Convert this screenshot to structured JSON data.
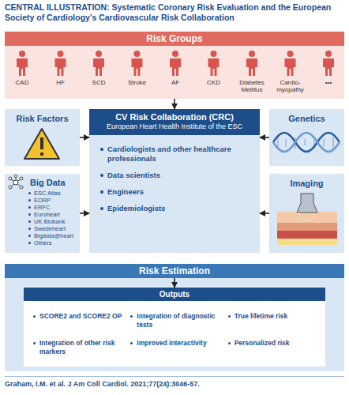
{
  "diagram": {
    "title": "CENTRAL ILLUSTRATION: Systematic Coronary Risk Evaluation and the European Society of Cardiology's Cardiovascular Risk Collaboration",
    "nodes": [
      {
        "text": [
          "Risk Groups"
        ]
      },
      {
        "text": [
          "Risk Factors"
        ]
      },
      {
        "text": [
          "Big Data",
          "ESC Atlas",
          "EORP",
          "ERFC",
          "Euroheart",
          "UK Biobank",
          "Swedeheart",
          "Bigdata@heart",
          "Others"
        ]
      },
      {
        "text": [
          "CV Risk Collaboration (CRC)",
          "European Heart Health Institute of the ESC",
          "Cardiologists and other healthcare professionals",
          "Data scientists",
          "Engineers",
          "Epidemiologists"
        ]
      },
      {
        "text": [
          "Genetics"
        ]
      },
      {
        "text": [
          "Imaging"
        ]
      },
      {
        "text": [
          "Risk Estimation"
        ]
      },
      {
        "text": [
          "Outputs",
          "SCORE2 and SCORE2 OP",
          "Integration of diagnostic tests",
          "True lifetime risk",
          "Integration of other risk markers",
          "Improved interactivity",
          "Personalized risk"
        ]
      }
    ],
    "edges": [
      {
        "from": 0,
        "to": 3,
        "arrow": "to"
      },
      {
        "from": 1,
        "to": 3,
        "arrow": "to"
      },
      {
        "from": 2,
        "to": 3,
        "arrow": "to"
      },
      {
        "from": 4,
        "to": 3,
        "arrow": "to"
      },
      {
        "from": 5,
        "to": 3,
        "arrow": "to"
      },
      {
        "from": 6,
        "to": 7,
        "arrow": "to"
      }
    ],
    "labels": [
      "CAD",
      "HF",
      "SCD",
      "Stroke",
      "AF",
      "CKD",
      "Diabetes Mellitus",
      "Cardio- myopathy",
      "•••",
      "Graham, I.M. et al. J Am Coll Cardiol. 2021;77(24):3046-57."
    ]
  }
}
